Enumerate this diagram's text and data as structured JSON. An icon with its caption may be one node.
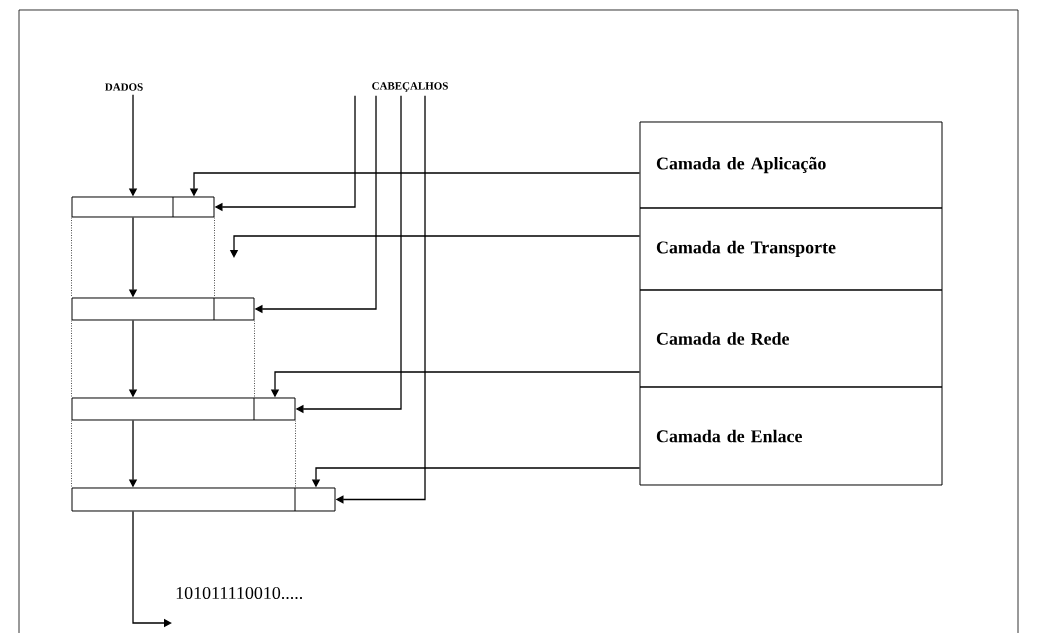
{
  "diagram": {
    "nodes": [
      {
        "text": [
          "DADOS"
        ]
      },
      {
        "text": [
          "CABEÇALHOS"
        ]
      },
      {
        "text": [
          "Camada de Aplicação"
        ]
      },
      {
        "text": [
          "Camada de Transporte"
        ]
      },
      {
        "text": [
          "Camada de Rede"
        ]
      },
      {
        "text": [
          "Camada de Enlace"
        ]
      },
      {
        "text": [],
        "shape": "bar"
      },
      {
        "text": [],
        "shape": "bar"
      },
      {
        "text": [],
        "shape": "bar"
      },
      {
        "text": [],
        "shape": "bar"
      }
    ],
    "edges": [
      {
        "from": 0,
        "to": 6,
        "arrow": "to"
      },
      {
        "from": 6,
        "to": 7,
        "arrow": "to"
      },
      {
        "from": 7,
        "to": 8,
        "arrow": "to"
      },
      {
        "from": 8,
        "to": 9,
        "arrow": "to"
      },
      {
        "from": 1,
        "to": 6,
        "arrow": "to"
      },
      {
        "from": 1,
        "to": 7,
        "arrow": "to"
      },
      {
        "from": 1,
        "to": 8,
        "arrow": "to"
      },
      {
        "from": 1,
        "to": 9,
        "arrow": "to"
      },
      {
        "from": 2,
        "to": 6,
        "arrow": "to"
      },
      {
        "from": 3,
        "to": null,
        "arrow": "to"
      },
      {
        "from": 4,
        "to": 8,
        "arrow": "to"
      },
      {
        "from": 5,
        "to": 9,
        "arrow": "to"
      },
      {
        "from": 9,
        "to": null,
        "arrow": "to"
      },
      {
        "from": 6,
        "to": 7,
        "arrow": "none",
        "style": "dashed"
      },
      {
        "from": 6,
        "to": 7,
        "arrow": "none",
        "style": "dashed"
      },
      {
        "from": 7,
        "to": 8,
        "arrow": "none",
        "style": "dashed"
      },
      {
        "from": 7,
        "to": 8,
        "arrow": "none",
        "style": "dashed"
      },
      {
        "from": 8,
        "to": 9,
        "arrow": "none",
        "style": "dashed"
      },
      {
        "from": 8,
        "to": 9,
        "arrow": "none",
        "style": "dashed"
      }
    ],
    "labels": [
      "101011110010....."
    ]
  }
}
